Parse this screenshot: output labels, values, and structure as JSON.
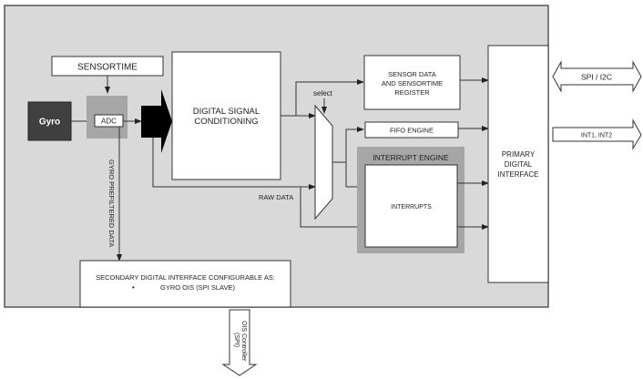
{
  "blocks": {
    "sensortime": "SENSORTIME",
    "gyro": "Gyro",
    "adc": "ADC",
    "dsc_line1": "DIGITAL SIGNAL",
    "dsc_line2": "CONDITIONING",
    "select": "select",
    "raw_data": "RAW DATA",
    "sensor_reg_line1": "SENSOR DATA",
    "sensor_reg_line2": "AND SENSORTIME",
    "sensor_reg_line3": "REGISTER",
    "fifo": "FIFO ENGINE",
    "interrupt_engine": "INTERRUPT ENGINE",
    "interrupts": "INTERRUPTS",
    "pdi_line1": "PRIMARY",
    "pdi_line2": "DIGITAL",
    "pdi_line3": "INTERFACE",
    "gyro_prefiltered": "GYRO PREFILTERED DATA",
    "secondary_line1": "SECONDARY DIGITAL INTERFACE CONFIGURABLE AS:",
    "secondary_bullet": "•",
    "secondary_line2": "GYRO OIS (SPI SLAVE)"
  },
  "external": {
    "spi_i2c": "SPI / I2C",
    "int_pins": "INT1, INT2",
    "ois_line1": "OIS Controller",
    "ois_line2": "(SPI)"
  },
  "colors": {
    "background_panel": "#d9d9d9",
    "gyro_block": "#404040",
    "adc_shade": "#a6a6a6",
    "interrupt_shade": "#a6a6a6",
    "block_fill": "#ffffff",
    "line": "#333333"
  }
}
